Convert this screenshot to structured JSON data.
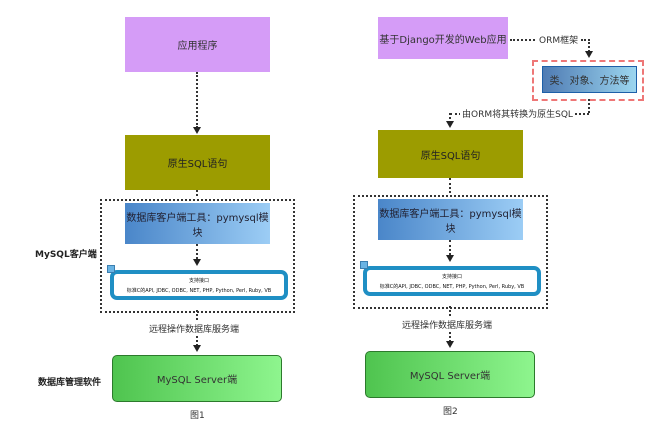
{
  "figure1": {
    "app": "应用程序",
    "sql": "原生SQL语句",
    "client": "数据库客户端工具：pymysql模块",
    "connector_title": "支持接口",
    "connector_text": "标准C的API, JDBC, ODBC, NET, PHP, Python, Perl, Ruby, VB",
    "remote": "远程操作数据库服务端",
    "server": "MySQL Server端",
    "side_client": "MySQL客户端",
    "side_server": "数据库管理软件",
    "caption": "图1"
  },
  "figure2": {
    "app": "基于Django开发的Web应用",
    "orm_label": "ORM框架",
    "classes": "类、对象、方法等",
    "convert_label": "由ORM将其转换为原生SQL",
    "sql": "原生SQL语句",
    "client": "数据库客户端工具：pymysql模块",
    "connector_title": "支持接口",
    "connector_text": "标准C的API, JDBC, ODBC, NET, PHP, Python, Perl, Ruby, VB",
    "remote": "远程操作数据库服务端",
    "server": "MySQL Server端",
    "caption": "图2"
  }
}
